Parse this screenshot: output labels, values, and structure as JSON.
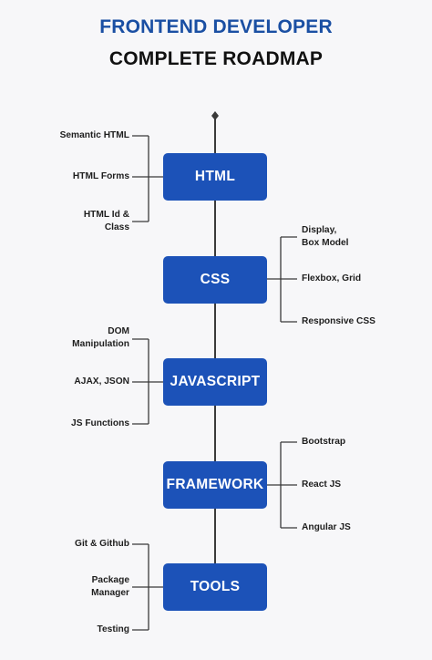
{
  "title": {
    "line1": "FRONTEND DEVELOPER",
    "line2": "COMPLETE ROADMAP"
  },
  "colors": {
    "accent": "#1c52b8",
    "title_accent": "#1a4fa3",
    "line": "#3a3a3a"
  },
  "nodes": [
    {
      "label": "HTML",
      "side": "left",
      "items": [
        "Semantic HTML",
        "HTML Forms",
        "HTML Id &\nClass"
      ]
    },
    {
      "label": "CSS",
      "side": "right",
      "items": [
        "Display,\nBox Model",
        "Flexbox, Grid",
        "Responsive CSS"
      ]
    },
    {
      "label": "JAVASCRIPT",
      "side": "left",
      "items": [
        "DOM\nManipulation",
        "AJAX, JSON",
        "JS Functions"
      ]
    },
    {
      "label": "FRAMEWORK",
      "side": "right",
      "items": [
        "Bootstrap",
        "React JS",
        "Angular JS"
      ]
    },
    {
      "label": "TOOLS",
      "side": "left",
      "items": [
        "Git & Github",
        "Package\nManager",
        "Testing"
      ]
    }
  ]
}
